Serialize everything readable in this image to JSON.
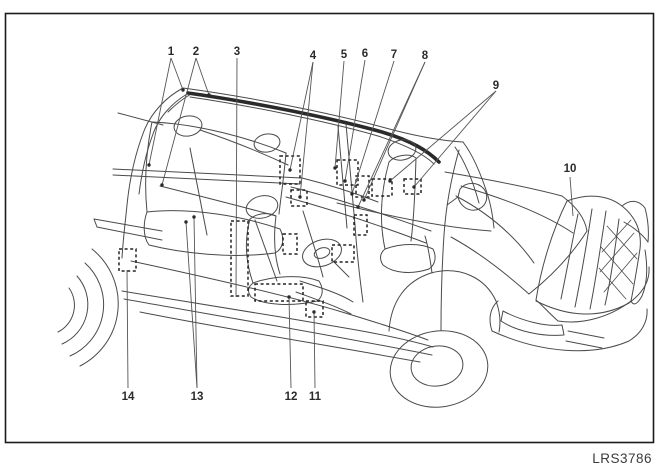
{
  "figure": {
    "code": "LRS3786"
  },
  "colors": {
    "ink": "#4a4a4a",
    "label_ink": "#2a2a2a",
    "airbag_band": "#2a2a2a",
    "background": "#ffffff"
  },
  "callouts": [
    {
      "label": "1"
    },
    {
      "label": "2"
    },
    {
      "label": "3"
    },
    {
      "label": "4"
    },
    {
      "label": "5"
    },
    {
      "label": "6"
    },
    {
      "label": "7"
    },
    {
      "label": "8"
    },
    {
      "label": "9"
    },
    {
      "label": "10"
    },
    {
      "label": "11"
    },
    {
      "label": "12"
    },
    {
      "label": "13"
    },
    {
      "label": "14"
    }
  ]
}
